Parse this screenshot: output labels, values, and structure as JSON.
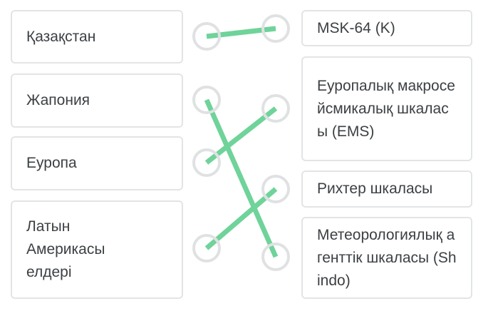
{
  "left_items": [
    {
      "label": "Қазақстан"
    },
    {
      "label": "Жапония"
    },
    {
      "label": "Еуропа"
    },
    {
      "label": "Латын Америкасы елдері"
    }
  ],
  "right_items": [
    {
      "label": "MSK-64 (K)"
    },
    {
      "label": "Еуропалық макросейсмикалық шкаласы (EMS)"
    },
    {
      "label": "Рихтер шкаласы"
    },
    {
      "label": "Метеорологиялық агенттік шкаласы (Shindo)"
    }
  ],
  "connections": [
    [
      0,
      0
    ],
    [
      1,
      3
    ],
    [
      2,
      1
    ],
    [
      3,
      2
    ]
  ],
  "colors": {
    "line": "#6fd39a",
    "circle": "#dfe1e3",
    "border": "#e2e4e6"
  }
}
